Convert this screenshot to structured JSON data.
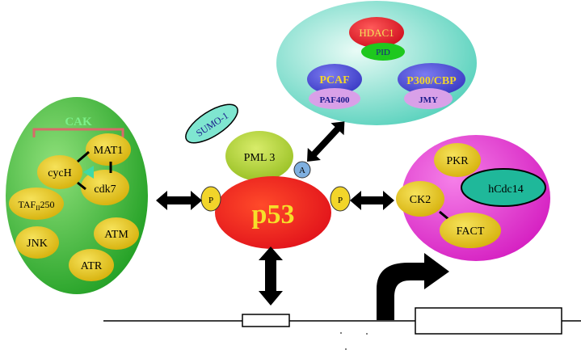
{
  "colors": {
    "green_cluster": "#2bb52b",
    "green_cluster_light": "#8fe07a",
    "node_yellow": "#e8c91a",
    "magenta_cluster": "#e63bd2",
    "teal_cluster": "#7fe0cf",
    "p53_red": "#ee1c1c",
    "pml_green": "#b7d638",
    "blue_node": "#4f4fd6",
    "hdac_red": "#e41e2a",
    "lavender": "#d9a0e8",
    "teal_node": "#1fb89a",
    "cak_bracket": "#d96a6a",
    "black": "#000000"
  },
  "left_cluster": {
    "cak_label": "CAK",
    "cych": "cycH",
    "mat1": "MAT1",
    "cdk7": "cdk7",
    "taf_main": "TAF",
    "taf_sub": "II",
    "taf_num": "250",
    "jnk": "JNK",
    "atm": "ATM",
    "atr": "ATR"
  },
  "center": {
    "sumo": "SUMO-1",
    "pml": "PML 3",
    "p53": "p53",
    "p_left": "P",
    "p_right": "P",
    "a_mark": "A"
  },
  "top_cluster": {
    "hdac1": "HDAC1",
    "pid": "PID",
    "pcaf": "PCAF",
    "paf400": "PAF400",
    "p300": "P300/CBP",
    "jmy": "JMY"
  },
  "right_cluster": {
    "pkr": "PKR",
    "hcdc14": "hCdc14",
    "ck2": "CK2",
    "fact": "FACT"
  }
}
